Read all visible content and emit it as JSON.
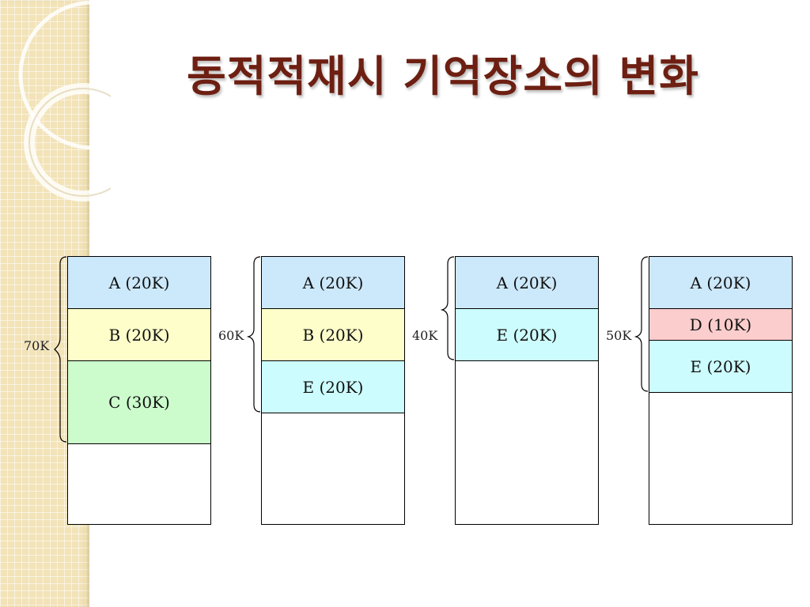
{
  "slide": {
    "title": "동적적재시 기억장소의 변화"
  },
  "columns": [
    {
      "size_label": "70K",
      "blocks": [
        {
          "label": "A (20K)"
        },
        {
          "label": "B (20K)"
        },
        {
          "label": "C (30K)"
        }
      ]
    },
    {
      "size_label": "60K",
      "blocks": [
        {
          "label": "A (20K)"
        },
        {
          "label": "B (20K)"
        },
        {
          "label": "E (20K)"
        }
      ]
    },
    {
      "size_label": "40K",
      "blocks": [
        {
          "label": "A (20K)"
        },
        {
          "label": "E (20K)"
        }
      ]
    },
    {
      "size_label": "50K",
      "blocks": [
        {
          "label": "A (20K)"
        },
        {
          "label": "D (10K)"
        },
        {
          "label": "E (20K)"
        }
      ]
    }
  ],
  "colors": {
    "title": "#6d1f12",
    "block_a": "#cce8fb",
    "block_b": "#fefecb",
    "block_c": "#ccfccc",
    "block_d": "#fccdcd",
    "block_e": "#ccfcfd"
  }
}
